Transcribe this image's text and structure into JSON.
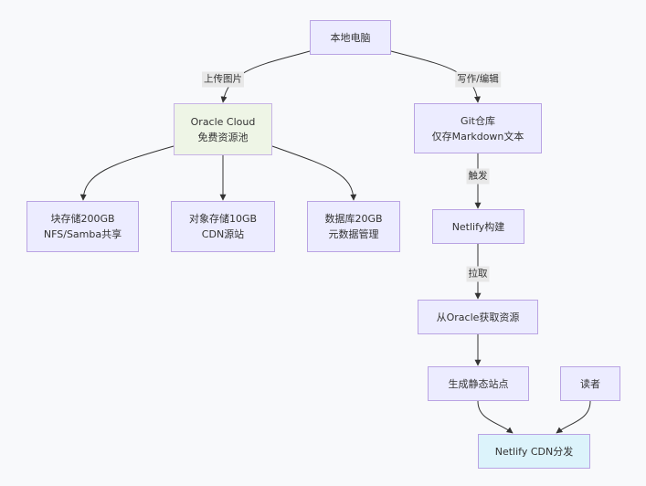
{
  "diagram": {
    "type": "flowchart",
    "direction": "top-down",
    "nodes": {
      "local_pc": {
        "lines": [
          "本地电脑"
        ]
      },
      "oracle": {
        "lines": [
          "Oracle Cloud",
          "免费资源池"
        ]
      },
      "git": {
        "lines": [
          "Git仓库",
          "仅存Markdown文本"
        ]
      },
      "block": {
        "lines": [
          "块存储200GB",
          "NFS/Samba共享"
        ]
      },
      "object": {
        "lines": [
          "对象存储10GB",
          "CDN源站"
        ]
      },
      "db": {
        "lines": [
          "数据库20GB",
          "元数据管理"
        ]
      },
      "netlify_build": {
        "lines": [
          "Netlify构建"
        ]
      },
      "fetch": {
        "lines": [
          "从Oracle获取资源"
        ]
      },
      "static": {
        "lines": [
          "生成静态站点"
        ]
      },
      "reader": {
        "lines": [
          "读者"
        ]
      },
      "cdn": {
        "lines": [
          "Netlify CDN分发"
        ]
      }
    },
    "edges": [
      {
        "from": "local_pc",
        "to": "oracle",
        "label": "上传图片"
      },
      {
        "from": "local_pc",
        "to": "git",
        "label": "写作/编辑"
      },
      {
        "from": "oracle",
        "to": "block",
        "label": ""
      },
      {
        "from": "oracle",
        "to": "object",
        "label": ""
      },
      {
        "from": "oracle",
        "to": "db",
        "label": ""
      },
      {
        "from": "git",
        "to": "netlify_build",
        "label": "触发"
      },
      {
        "from": "netlify_build",
        "to": "fetch",
        "label": "拉取"
      },
      {
        "from": "fetch",
        "to": "static",
        "label": ""
      },
      {
        "from": "static",
        "to": "cdn",
        "label": ""
      },
      {
        "from": "reader",
        "to": "cdn",
        "label": ""
      }
    ],
    "colors": {
      "background": "#f8f9fb",
      "node_fill": "#ececff",
      "node_border": "#b9a3e3",
      "cloud_fill": "#eef5e6",
      "cdn_fill": "#dcf3fb",
      "edge": "#333333",
      "label_bg": "#e8e8e8"
    }
  }
}
